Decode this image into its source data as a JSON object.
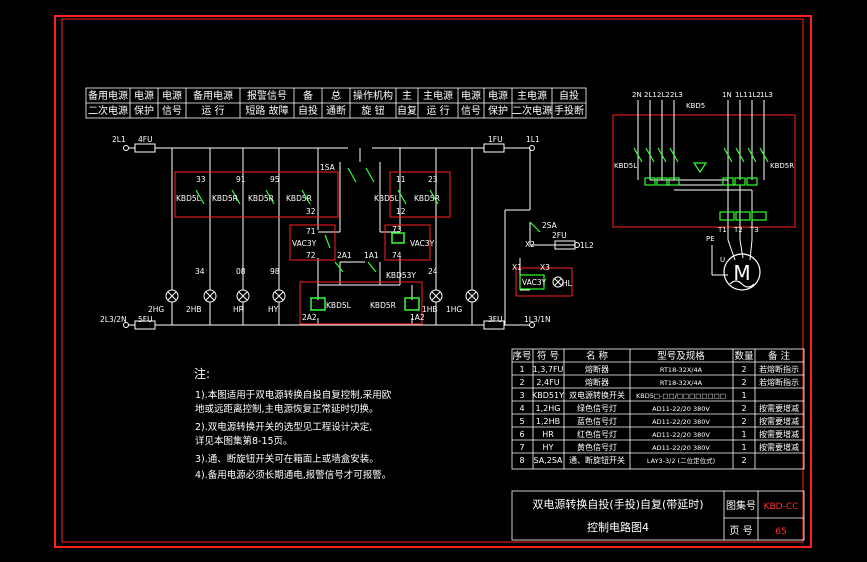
{
  "header_cells": [
    {
      "top": "备用电源",
      "bottom": "二次电源"
    },
    {
      "top": "电源",
      "bottom": "保护"
    },
    {
      "top": "电源",
      "bottom": "信号"
    },
    {
      "top": "备用电源",
      "bottom": "运    行"
    },
    {
      "top": "报警信号",
      "bottom": "短路  故障"
    },
    {
      "top": "备",
      "bottom": "自投"
    },
    {
      "top": "总",
      "bottom": "通断"
    },
    {
      "top": "操作机构",
      "bottom": "旋      钮"
    },
    {
      "top": "主",
      "bottom": "自复"
    },
    {
      "top": "主电源",
      "bottom": "运  行"
    },
    {
      "top": "电源",
      "bottom": "信号"
    },
    {
      "top": "电源",
      "bottom": "保护"
    },
    {
      "top": "主电源",
      "bottom": "二次电源"
    },
    {
      "top": "自投",
      "bottom": "手投断"
    }
  ],
  "labels": {
    "l_2L1": "2L1",
    "l_4FU": "4FU",
    "l_1FU": "1FU",
    "l_1L1": "1L1",
    "l_2L3N": "2L3/2N",
    "l_5FU": "5FU",
    "l_3FU": "3FU",
    "l_1L3N": "1L3/1N",
    "l_1SA": "1SA",
    "l_2SA": "2SA",
    "l_2FU": "2FU",
    "l_1L2": "1L2",
    "l_33": "33",
    "l_91": "91",
    "l_95": "95",
    "l_11": "11",
    "l_23": "23",
    "l_32": "32",
    "l_12": "12",
    "l_71": "71",
    "l_72": "72",
    "l_73": "73",
    "l_74": "74",
    "l_2A1": "2A1",
    "l_1A1": "1A1",
    "l_2A2": "2A2",
    "l_1A2": "1A2",
    "l_34": "34",
    "l_08": "08",
    "l_98": "98",
    "l_24": "24",
    "l_KBD5L_a": "KBD5L",
    "l_KBD5R_a": "KBD5R",
    "l_KBD5R_b": "KBD5R",
    "l_KBD5R_c": "KBD5R",
    "l_KBD5L_b": "KBD5L",
    "l_KBD5R_d": "KBD5R",
    "l_KBD53Y": "KBD53Y",
    "l_VAC3Y_a": "VAC3Y",
    "l_VAC3Y_b": "VAC3Y",
    "l_VAC3Y_c": "VAC3Y",
    "l_KBD5L_coil": "KBD5L",
    "l_KBD5R_coil": "KBD5R",
    "l_2HG": "2HG",
    "l_2HB": "2HB",
    "l_HR": "HR",
    "l_HY": "HY",
    "l_1HB": "1HB",
    "l_1HG": "1HG",
    "l_X1": "X1",
    "l_X2": "X2",
    "l_X3": "X3",
    "l_HL": "HL",
    "l_top_2N": "2N",
    "l_top_2L1": "2L1",
    "l_top_2L2": "2L2",
    "l_top_2L3": "2L3",
    "l_KBD5_top": "KBD5",
    "l_top_1N": "1N",
    "l_top_1L1": "1L1",
    "l_top_1L2": "1L2",
    "l_top_1L3": "1L3",
    "l_KBD5L_m": "KBD5L",
    "l_KBD5R_m": "KBD5R",
    "l_T1": "T1",
    "l_T2": "T2",
    "l_T3": "T3",
    "l_PE": "PE",
    "l_U": "U",
    "l_M": "M"
  },
  "notes": {
    "title": "注:",
    "lines": [
      "1).本图适用于双电源转换自投自复控制,采用欧",
      "    地或远距离控制,主电源恢复正常延时切换。",
      "2).双电源转换开关的选型见工程设计决定,",
      "    详见本图集第8-15页。",
      "3).通、断旋钮开关可在箱面上或墙盒安装。",
      "4).备用电源必须长期通电,报警信号才可报警。"
    ]
  },
  "parts_table": {
    "headers": [
      "序号",
      "符  号",
      "名  称",
      "型号及规格",
      "数量",
      "备  注"
    ],
    "rows": [
      [
        "1",
        "1,3,7FU",
        "熔断器",
        "RT18-32X/4A",
        "2",
        "若熔断指示"
      ],
      [
        "2",
        "2,4FU",
        "熔断器",
        "RT18-32X/4A",
        "2",
        "若熔断指示"
      ],
      [
        "3",
        "KBD51Y",
        "双电源转换开关",
        "KBD5□-□□/□□□□□□□□",
        "1",
        ""
      ],
      [
        "4",
        "1,2HG",
        "绿色信号灯",
        "AD11-22/20  380V",
        "2",
        "按需要增减"
      ],
      [
        "5",
        "1,2HB",
        "蓝色信号灯",
        "AD11-22/20  380V",
        "2",
        "按需要增减"
      ],
      [
        "6",
        "HR",
        "红色信号灯",
        "AD11-22/20  380V",
        "1",
        "按需要增减"
      ],
      [
        "7",
        "HY",
        "黄色信号灯",
        "AD11-22/20  380V",
        "1",
        "按需要增减"
      ],
      [
        "8",
        "SA,2SA",
        "通、断旋钮开关",
        "LAY3-3/2  (二位定位式)",
        "2",
        ""
      ]
    ]
  },
  "title_block": {
    "title_line1": "双电源转换自投(手投)自复(带延时)",
    "title_line2": "控制电路图4",
    "atlas_label": "图集号",
    "atlas_value": "KBD-CC",
    "page_label": "页  号",
    "page_value": "65"
  }
}
